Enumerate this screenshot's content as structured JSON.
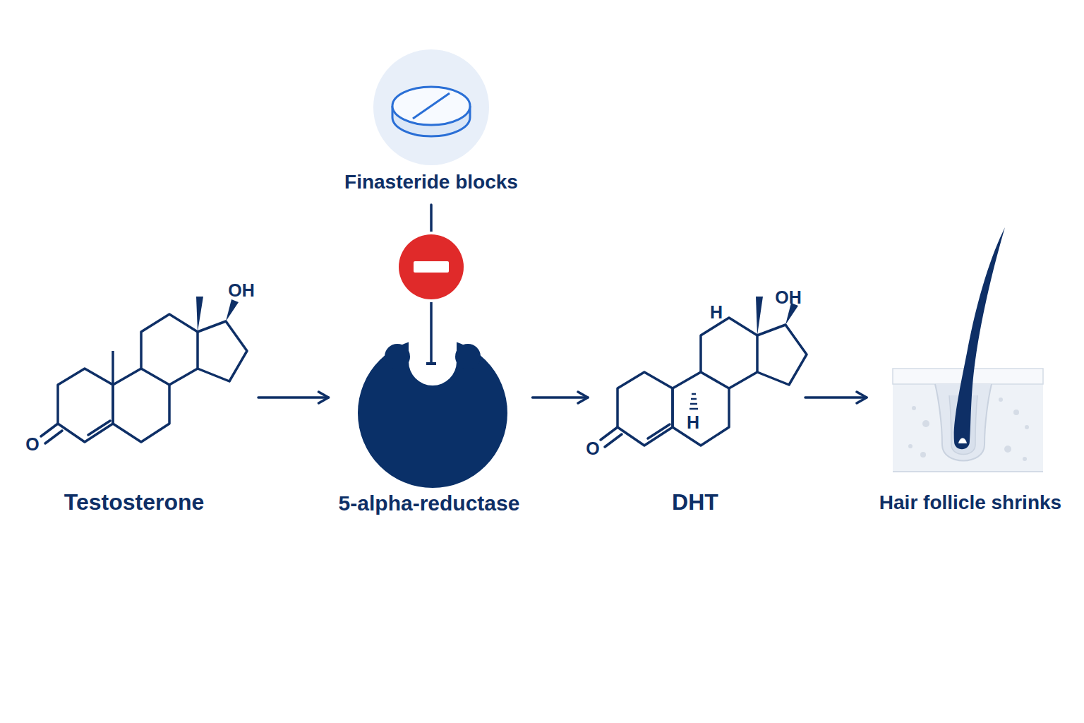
{
  "diagram": {
    "nodes": [
      {
        "text": [
          "Finasteride blocks"
        ]
      },
      {
        "text": [
          "Testosterone"
        ]
      },
      {
        "text": [
          "5-alpha-reductase"
        ]
      },
      {
        "text": [
          "DHT"
        ]
      },
      {
        "text": [
          "Hair follicle shrinks"
        ]
      }
    ],
    "edges": [
      {
        "from": 1,
        "to": 2,
        "arrow": "to"
      },
      {
        "from": 2,
        "to": 3,
        "arrow": "to"
      },
      {
        "from": 3,
        "to": 4,
        "arrow": "to"
      },
      {
        "from": 0,
        "to": 2,
        "arrow": "to"
      }
    ],
    "labels": [
      "OH",
      "O",
      "H",
      "OH",
      "H",
      "O"
    ]
  }
}
